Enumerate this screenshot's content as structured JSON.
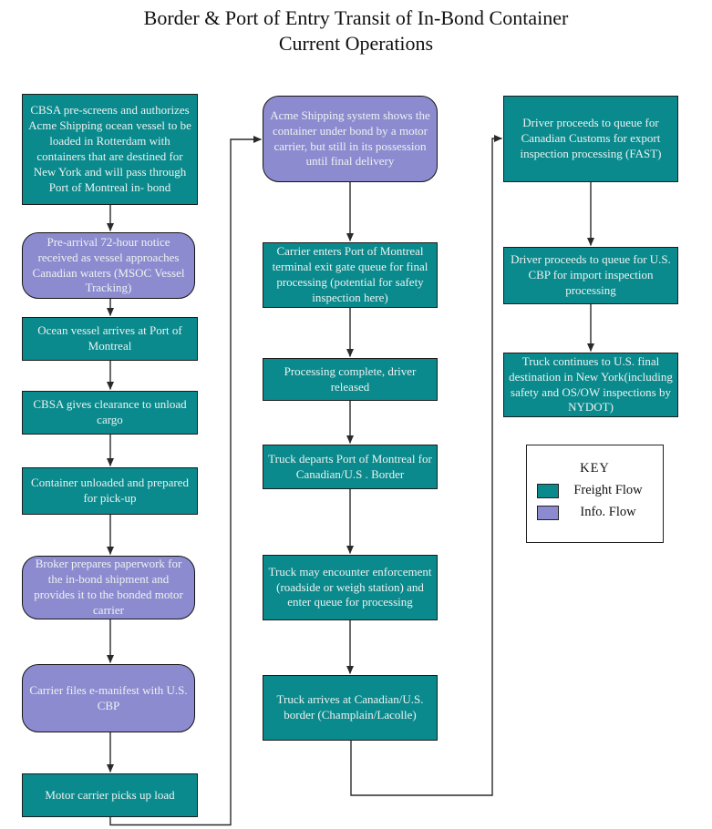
{
  "title": {
    "line1": "Border & Port of Entry Transit of In-Bond Container",
    "line2": "Current Operations"
  },
  "colors": {
    "freight_flow": "#0a8a8d",
    "info_flow": "#8d8bd0",
    "box_text": "#ecf2f0",
    "connector": "#2a2a2a"
  },
  "nodes": {
    "l1": {
      "type": "freight",
      "text": "CBSA pre-screens and authorizes Acme Shipping ocean vessel to be loaded in Rotterdam with containers that are destined for New York and will pass through Port of Montreal in- bond"
    },
    "l2": {
      "type": "info",
      "text": "Pre-arrival 72-hour notice received as vessel approaches Canadian waters (MSOC Vessel Tracking)"
    },
    "l3": {
      "type": "freight",
      "text": "Ocean vessel arrives at Port of Montreal"
    },
    "l4": {
      "type": "freight",
      "text": "CBSA gives clearance to unload cargo"
    },
    "l5": {
      "type": "freight",
      "text": "Container unloaded and prepared for pick-up"
    },
    "l6": {
      "type": "info",
      "text": "Broker prepares paperwork for the in-bond shipment and provides it to the bonded motor carrier"
    },
    "l7": {
      "type": "info",
      "text": "Carrier files e-manifest with U.S. CBP"
    },
    "l8": {
      "type": "freight",
      "text": "Motor carrier picks up load"
    },
    "m1": {
      "type": "info",
      "text": "Acme Shipping system shows the container under bond by a motor carrier, but still in its possession until final delivery"
    },
    "m2": {
      "type": "freight",
      "text": "Carrier enters Port of Montreal terminal exit gate queue for final processing (potential for safety inspection here)"
    },
    "m3": {
      "type": "freight",
      "text": "Processing complete, driver released"
    },
    "m4": {
      "type": "freight",
      "text": "Truck departs Port of Montreal for Canadian/U.S . Border"
    },
    "m5": {
      "type": "freight",
      "text": "Truck may encounter enforcement (roadside or weigh station) and enter queue for processing"
    },
    "m6": {
      "type": "freight",
      "text": "Truck arrives at Canadian/U.S. border (Champlain/Lacolle)"
    },
    "r1": {
      "type": "freight",
      "text": "Driver proceeds to queue for Canadian Customs for export inspection processing (FAST)"
    },
    "r2": {
      "type": "freight",
      "text": "Driver proceeds to queue for U.S. CBP for import inspection processing"
    },
    "r3": {
      "type": "freight",
      "text": "Truck continues to U.S. final destination in New York(including safety and OS/OW inspections by NYDOT)"
    }
  },
  "key": {
    "title": "KEY",
    "entries": [
      {
        "label": "Freight Flow",
        "type": "freight"
      },
      {
        "label": "Info. Flow",
        "type": "info"
      }
    ]
  }
}
